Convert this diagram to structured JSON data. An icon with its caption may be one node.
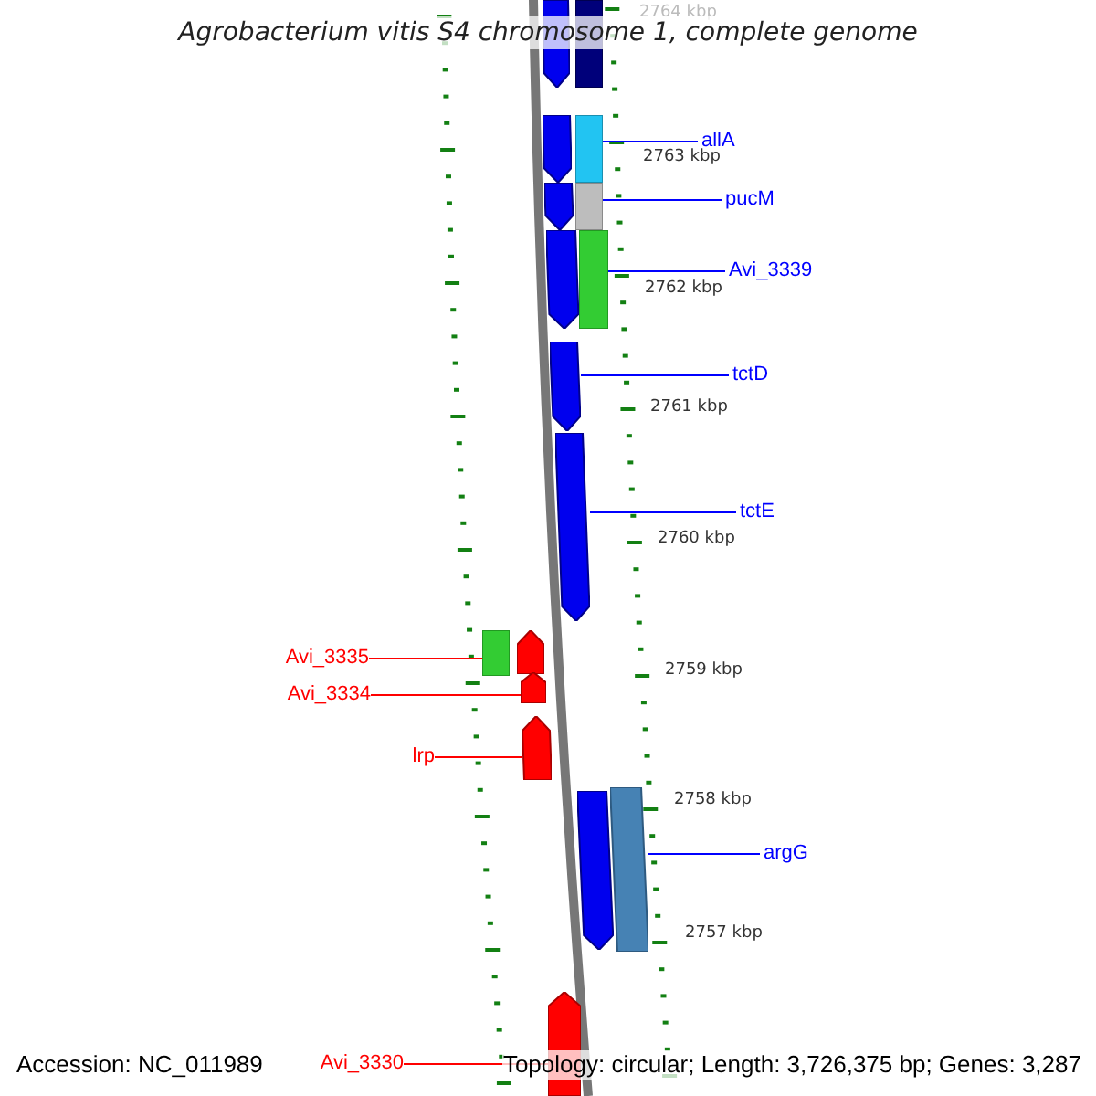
{
  "diagram": {
    "title": "Agrobacterium vitis S4 chromosome 1, complete genome",
    "nodes": [
      {
        "text": [],
        "shape": "pentagon"
      },
      {
        "text": [],
        "shape": "box"
      },
      {
        "text": [
          "allA"
        ]
      },
      {
        "text": [],
        "shape": "pentagon"
      },
      {
        "text": [],
        "shape": "box"
      },
      {
        "text": [
          "pucM"
        ]
      },
      {
        "text": [],
        "shape": "pentagon"
      },
      {
        "text": [],
        "shape": "box"
      },
      {
        "text": [
          "Avi_3339"
        ]
      },
      {
        "text": [],
        "shape": "pentagon"
      },
      {
        "text": [],
        "shape": "box"
      },
      {
        "text": [
          "tctD"
        ]
      },
      {
        "text": [],
        "shape": "pentagon"
      },
      {
        "text": [
          "tctE"
        ]
      },
      {
        "text": [],
        "shape": "pentagon"
      },
      {
        "text": [
          "Avi_3335"
        ]
      },
      {
        "text": [],
        "shape": "box"
      },
      {
        "text": [],
        "shape": "pentagon"
      },
      {
        "text": [
          "Avi_3334"
        ]
      },
      {
        "text": [],
        "shape": "pentagon"
      },
      {
        "text": [
          "lrp"
        ]
      },
      {
        "text": [],
        "shape": "pentagon"
      },
      {
        "text": [
          "argG"
        ]
      },
      {
        "text": [],
        "shape": "pentagon"
      },
      {
        "text": [],
        "shape": "box"
      },
      {
        "text": [
          "Avi_3330"
        ]
      },
      {
        "text": [],
        "shape": "pentagon"
      }
    ],
    "edges": [
      {
        "from": 2,
        "to": 4,
        "arrow": "none"
      },
      {
        "from": 5,
        "to": 7,
        "arrow": "none"
      },
      {
        "from": 8,
        "to": 10,
        "arrow": "none"
      },
      {
        "from": 11,
        "to": 12,
        "arrow": "none"
      },
      {
        "from": 13,
        "to": 14,
        "arrow": "none"
      },
      {
        "from": 15,
        "to": 16,
        "arrow": "none",
        "color": "#ff0000"
      },
      {
        "from": 18,
        "to": 19,
        "arrow": "none",
        "color": "#ff0000"
      },
      {
        "from": 20,
        "to": 21,
        "arrow": "none",
        "color": "#ff0000"
      },
      {
        "from": 22,
        "to": 24,
        "arrow": "none"
      },
      {
        "from": 25,
        "to": 26,
        "arrow": "none",
        "color": "#ff0000"
      }
    ],
    "labels": [
      "2764 kbp",
      "2763 kbp",
      "2762 kbp",
      "2761 kbp",
      "2760 kbp",
      "2759 kbp",
      "2758 kbp",
      "2757 kbp",
      "Accession: NC_011989",
      "Topology: circular; Length: 3,726,375 bp; Genes: 3,287"
    ]
  }
}
